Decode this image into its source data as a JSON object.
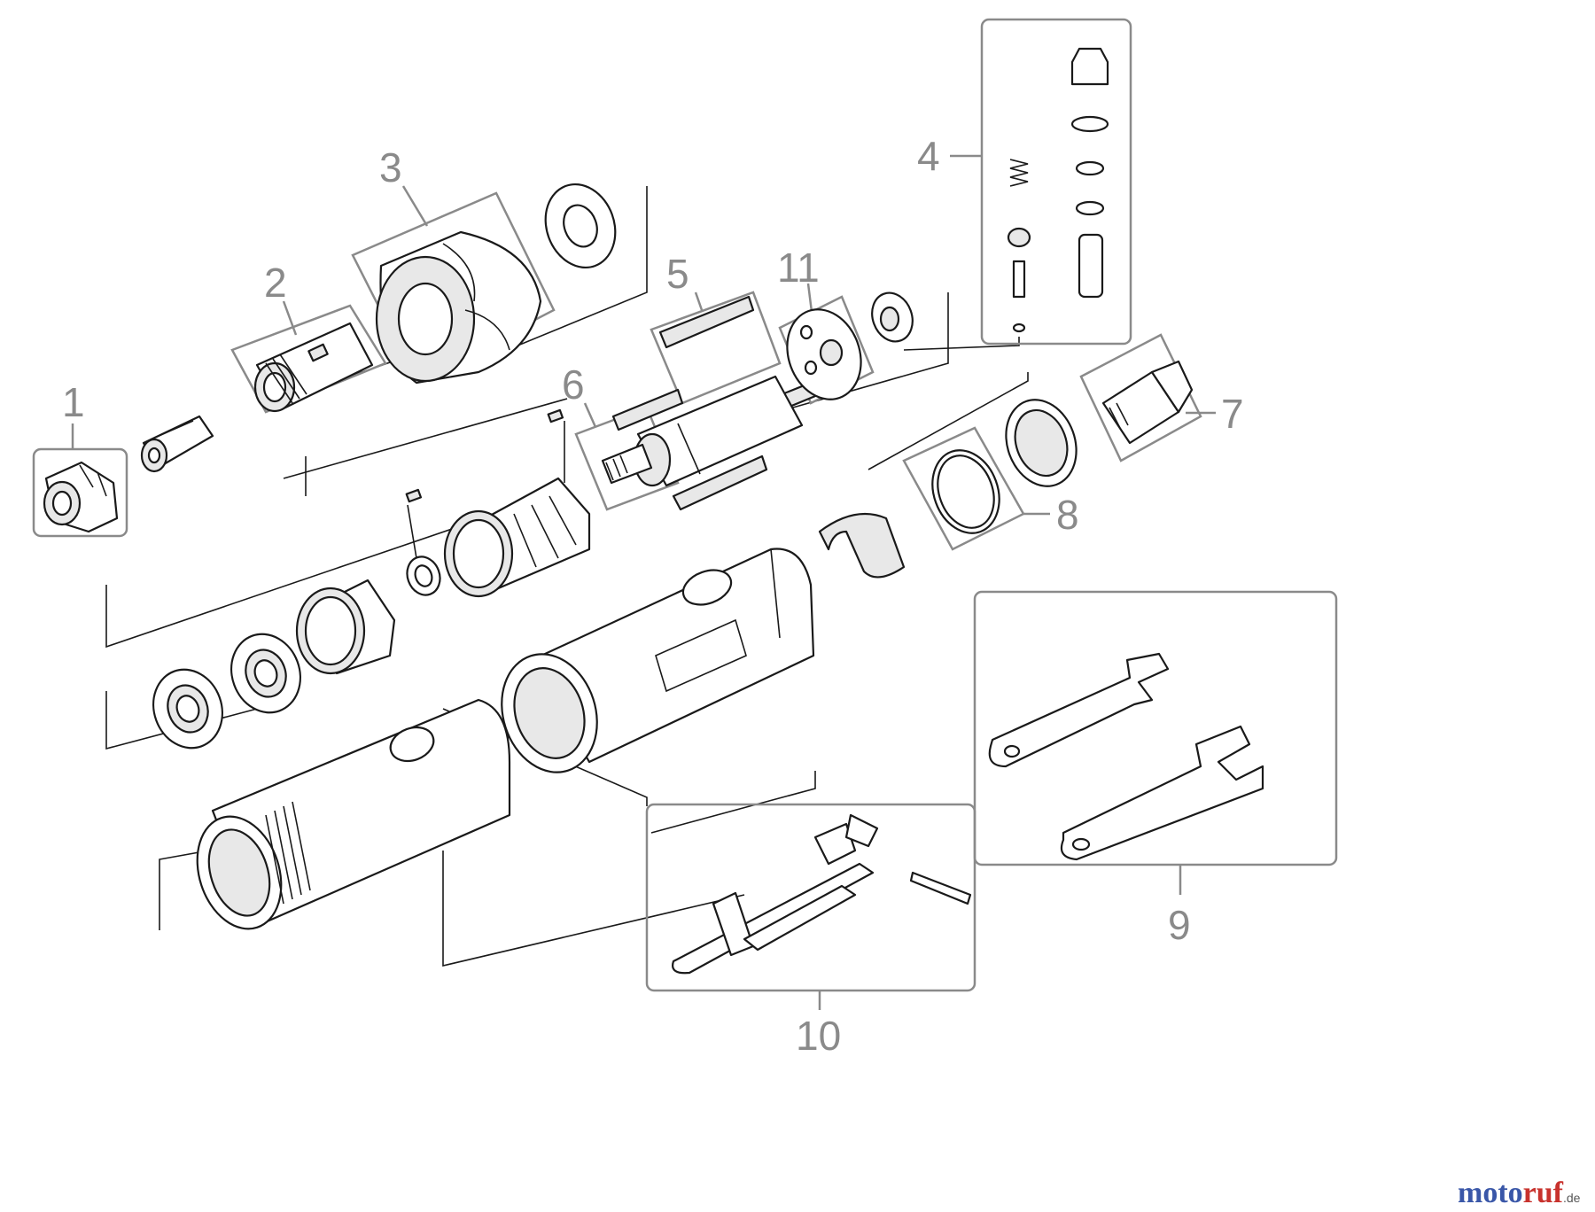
{
  "callouts": {
    "c1": "1",
    "c2": "2",
    "c3": "3",
    "c4": "4",
    "c5": "5",
    "c6": "6",
    "c7": "7",
    "c8": "8",
    "c9": "9",
    "c10": "10",
    "c11": "11"
  },
  "watermark": {
    "part1": "moto",
    "part2": "ruf",
    "part3": ".de"
  },
  "colors": {
    "callout": "#8a8a8a",
    "linework": "#1a1a1a",
    "brand_blue": "#3a57a8",
    "brand_red": "#c8322d"
  }
}
